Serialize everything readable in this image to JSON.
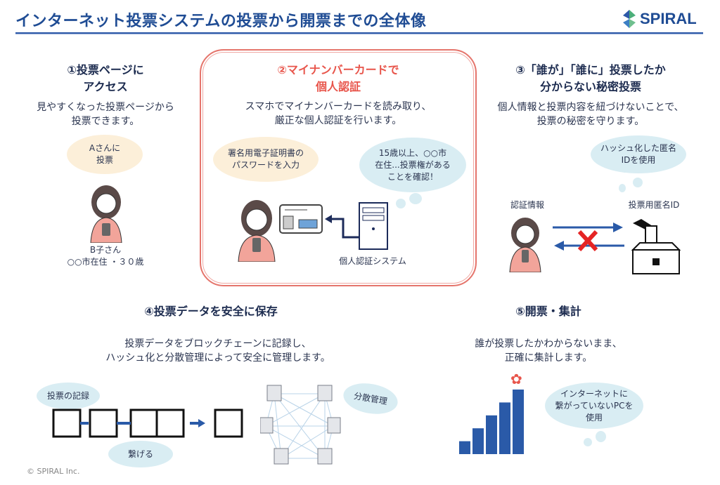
{
  "header": {
    "title": "インターネット投票システムの投票から開票までの全体像",
    "logo": "SPIRAL"
  },
  "step1": {
    "heading_line1": "①投票ページに",
    "heading_line2": "アクセス",
    "desc_line1": "見やすくなった投票ページから",
    "desc_line2": "投票できます。",
    "bubble_line1": "Aさんに",
    "bubble_line2": "投票",
    "caption_line1": "B子さん",
    "caption_line2": "○○市在住 ・３０歳"
  },
  "step2": {
    "heading_line1": "②マイナンバーカードで",
    "heading_line2": "個人認証",
    "desc_line1": "スマホでマイナンバーカードを読み取り、",
    "desc_line2": "厳正な個人認証を行います。",
    "bubble_user_line1": "署名用電子証明書の",
    "bubble_user_line2": "パスワードを入力",
    "bubble_system_line1": "15歳以上、○○市",
    "bubble_system_line2": "在住...投票権がある",
    "bubble_system_line3": "ことを確認！",
    "system_label": "個人認証システム"
  },
  "step3": {
    "heading_line1": "③「誰が」「誰に」投票したか",
    "heading_line2": "分からない秘密投票",
    "desc_line1": "個人情報と投票内容を紐づけないことで、",
    "desc_line2": "投票の秘密を守ります。",
    "bubble_line1": "ハッシュ化した匿名",
    "bubble_line2": "IDを使用",
    "label_auth": "認証情報",
    "label_anon": "投票用匿名ID"
  },
  "step4": {
    "heading": "④投票データを安全に保存",
    "desc_line1": "投票データをブロックチェーンに記録し、",
    "desc_line2": "ハッシュ化と分散管理によって安全に管理します。",
    "bubble_record": "投票の記録",
    "bubble_link": "繋げる",
    "bubble_distributed": "分散管理"
  },
  "step5": {
    "heading": "⑤開票・集計",
    "desc_line1": "誰が投票したかわからないまま、",
    "desc_line2": "正確に集計します。",
    "bubble_line1": "インターネットに",
    "bubble_line2": "繋がっていないPCを",
    "bubble_line3": "使用",
    "bar_values": [
      1,
      2,
      3,
      4,
      5
    ]
  },
  "footer": {
    "copyright": "© SPIRAL Inc."
  },
  "colors": {
    "brand": "#1f4c94",
    "accent_red": "#e8554b",
    "bar": "#2a5aa8"
  }
}
